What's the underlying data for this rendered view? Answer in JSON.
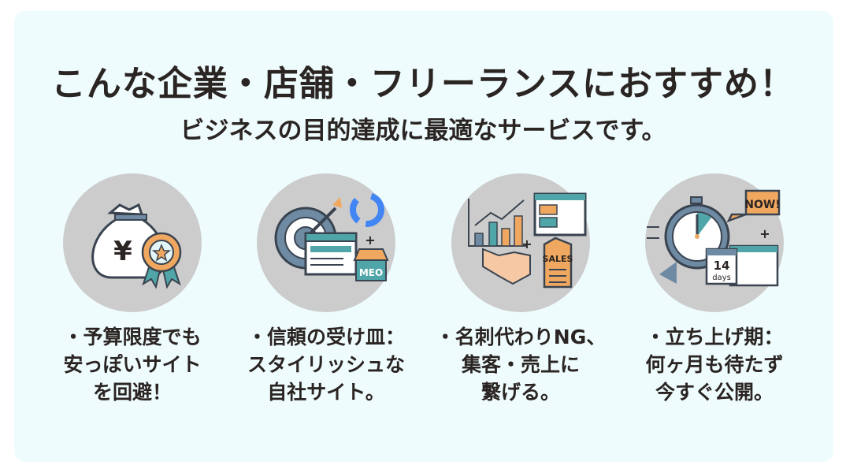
{
  "title": "こんな企業・店舗・フリーランスにおすすめ！",
  "subtitle": "ビジネスの目的達成に最適なサービスです。",
  "cards": [
    {
      "icon": "money-bag-award-icon",
      "icon_text": "¥",
      "lines": [
        "・予算限度でも",
        "安っぽいサイト",
        "を回避！"
      ]
    },
    {
      "icon": "target-google-meo-icon",
      "icon_text": "MEO",
      "lines": [
        "・信頼の受け皿：",
        "スタイリッシュな",
        "自社サイト。"
      ]
    },
    {
      "icon": "growth-chart-handshake-sales-icon",
      "icon_text": "SALES",
      "lines": [
        "・名刺代わりNG、",
        "集客・売上に",
        "繋げる。"
      ]
    },
    {
      "icon": "stopwatch-calendar-now-icon",
      "icon_text": "NOW!",
      "icon_text2": "14",
      "icon_text3": "days",
      "lines": [
        "・立ち上げ期：",
        "何ヶ月も待たず",
        "今すぐ公開。"
      ]
    }
  ],
  "colors": {
    "background": "#effcfd",
    "circle": "#cccccc",
    "teal": "#4fa5a8",
    "orange": "#f0a860",
    "slate": "#6f8aa3",
    "text": "#2a2422"
  }
}
